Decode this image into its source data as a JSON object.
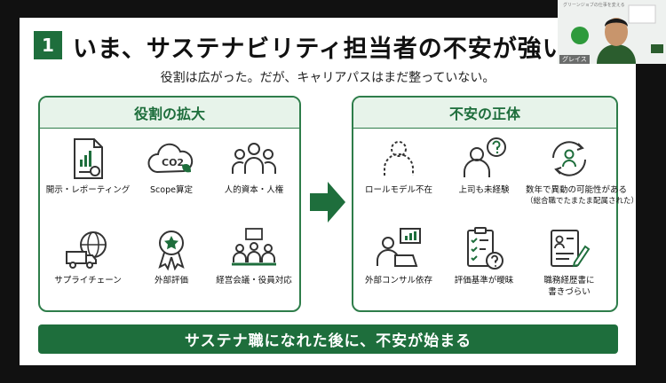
{
  "slide": {
    "number": "1",
    "title": "いま、サステナビリティ担当者の不安が強い",
    "subtitle": "役割は広がった。だが、キャリアパスはまだ整っていない。",
    "left_panel": {
      "heading": "役割の拡大",
      "items": [
        {
          "label": "開示・レポーティング",
          "icon": "report-icon"
        },
        {
          "label": "Scope算定",
          "icon": "co2-cloud-icon",
          "icon_text": "CO2"
        },
        {
          "label": "人的資本・人権",
          "icon": "people-group-icon"
        },
        {
          "label": "サプライチェーン",
          "icon": "globe-truck-icon"
        },
        {
          "label": "外部評価",
          "icon": "award-ribbon-icon"
        },
        {
          "label": "経営会議・役員対応",
          "icon": "meeting-icon"
        }
      ]
    },
    "right_panel": {
      "heading": "不安の正体",
      "items": [
        {
          "label": "ロールモデル不在",
          "icon": "dashed-person-icon"
        },
        {
          "label": "上司も未経験",
          "icon": "person-question-icon"
        },
        {
          "label": "数年で異動の可能性がある",
          "label2": "（総合職でたまたま配属された）",
          "icon": "rotate-person-icon"
        },
        {
          "label": "外部コンサル依存",
          "icon": "consultant-laptop-icon"
        },
        {
          "label": "評価基準が曖昧",
          "icon": "checklist-question-icon"
        },
        {
          "label": "職務経歴書に",
          "label2": "書きづらい",
          "icon": "resume-pen-icon"
        }
      ]
    },
    "banner": "サステナ職になれた後に、不安が始まる"
  },
  "webcam": {
    "name_tag": "グレイス",
    "caption": "グリーンジョブの仕事を変える"
  },
  "colors": {
    "accent": "#1e6e3c",
    "panel_border": "#2e7d4a",
    "panel_head_bg": "#e7f3ea"
  }
}
